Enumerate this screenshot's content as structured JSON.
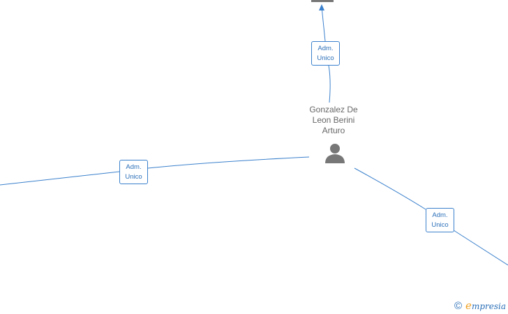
{
  "person": {
    "name_line1": "Gonzalez De",
    "name_line2": "Leon Berini",
    "name_line3": "Arturo",
    "icon": "person-icon"
  },
  "relations": [
    {
      "role_line1": "Adm.",
      "role_line2": "Unico",
      "direction": "up"
    },
    {
      "role_line1": "Adm.",
      "role_line2": "Unico",
      "direction": "left"
    },
    {
      "role_line1": "Adm.",
      "role_line2": "Unico",
      "direction": "down-right"
    }
  ],
  "brand": {
    "copyright_symbol": "©",
    "initial": "e",
    "name_rest": "mpresia"
  },
  "colors": {
    "edge": "#3a80cc",
    "badge_text": "#2b6fb8",
    "node_label": "#666666",
    "icon": "#777777",
    "brand_accent": "#f0a020"
  }
}
